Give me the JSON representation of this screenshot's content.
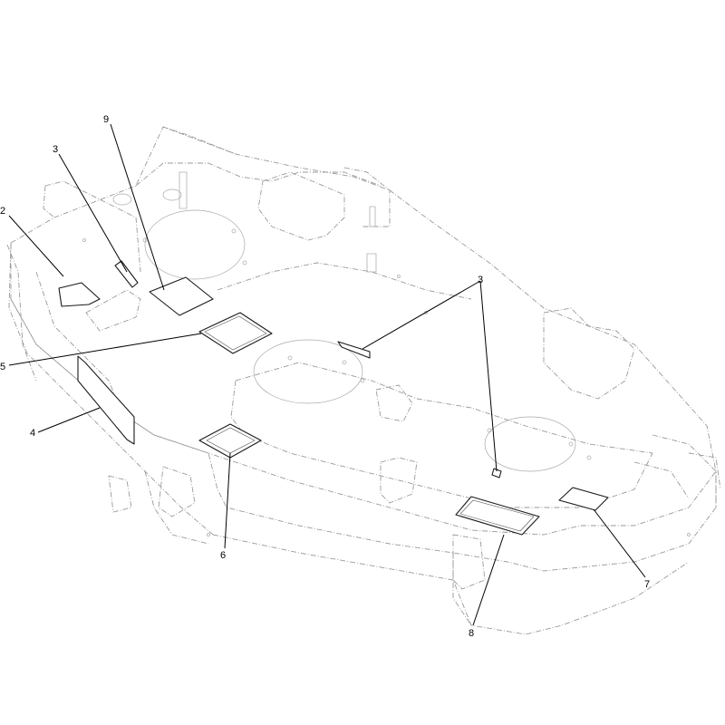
{
  "callouts": [
    {
      "id": "c9",
      "label": "9"
    },
    {
      "id": "c3a",
      "label": "3"
    },
    {
      "id": "c2",
      "label": "2"
    },
    {
      "id": "c3b",
      "label": "3"
    },
    {
      "id": "c5",
      "label": "5"
    },
    {
      "id": "c4",
      "label": "4"
    },
    {
      "id": "c6",
      "label": "6"
    },
    {
      "id": "c7",
      "label": "7"
    },
    {
      "id": "c8",
      "label": "8"
    }
  ]
}
